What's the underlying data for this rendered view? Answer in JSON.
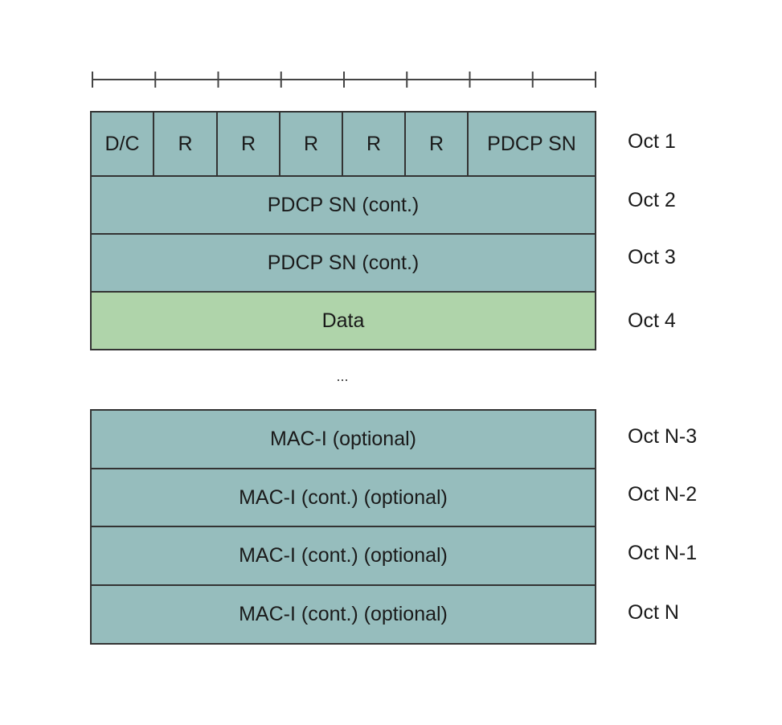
{
  "ruler": {
    "ticks": 9
  },
  "header_block": {
    "bit_fields": [
      "D/C",
      "R",
      "R",
      "R",
      "R",
      "R",
      "PDCP SN"
    ],
    "rows": [
      {
        "text": "PDCP SN (cont.)",
        "color": "#96bdbd"
      },
      {
        "text": "PDCP SN (cont.)",
        "color": "#96bdbd"
      },
      {
        "text": "Data",
        "color": "#afd4aa"
      }
    ]
  },
  "ellipsis": "...",
  "mac_block": {
    "rows": [
      {
        "text": "MAC-I (optional)",
        "color": "#96bdbd"
      },
      {
        "text": "MAC-I (cont.) (optional)",
        "color": "#96bdbd"
      },
      {
        "text": "MAC-I (cont.) (optional)",
        "color": "#96bdbd"
      },
      {
        "text": "MAC-I (cont.) (optional)",
        "color": "#96bdbd"
      }
    ]
  },
  "octet_labels": [
    "Oct 1",
    "Oct 2",
    "Oct 3",
    "Oct 4",
    "Oct N-3",
    "Oct N-2",
    "Oct N-1",
    "Oct N"
  ],
  "colors": {
    "field_teal": "#96bdbd",
    "data_green": "#afd4aa",
    "border": "#333333"
  }
}
